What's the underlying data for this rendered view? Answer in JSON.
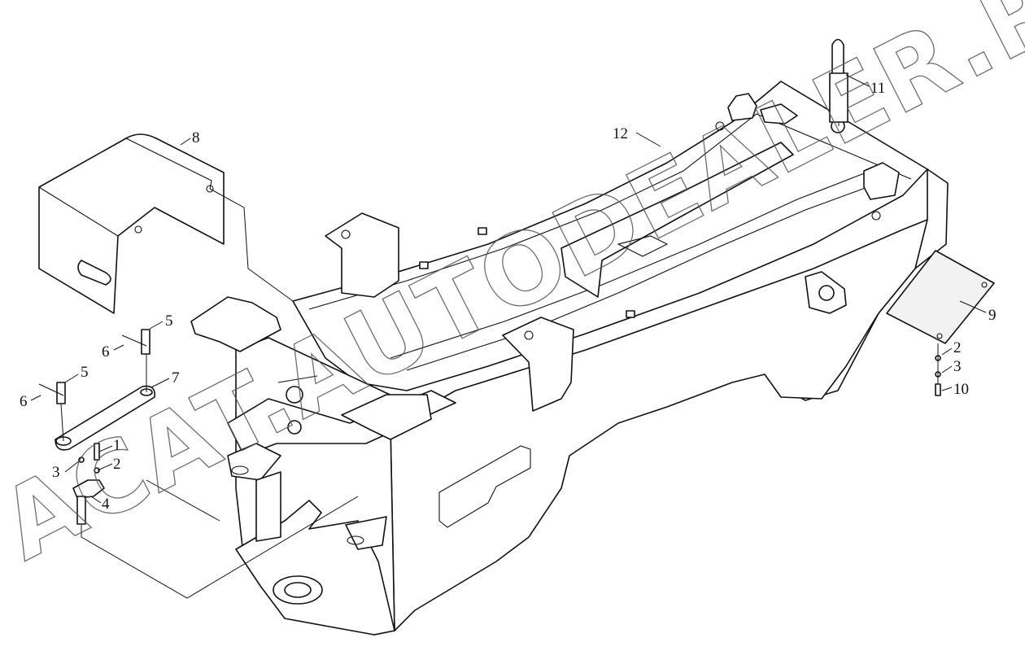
{
  "watermark": {
    "text": "ACAT.AUTODEALER.RU"
  },
  "callouts": [
    {
      "id": "c1",
      "label": "1"
    },
    {
      "id": "c2a",
      "label": "2"
    },
    {
      "id": "c3a",
      "label": "3"
    },
    {
      "id": "c4",
      "label": "4"
    },
    {
      "id": "c5a",
      "label": "5"
    },
    {
      "id": "c5b",
      "label": "5"
    },
    {
      "id": "c6a",
      "label": "6"
    },
    {
      "id": "c6b",
      "label": "6"
    },
    {
      "id": "c7",
      "label": "7"
    },
    {
      "id": "c8",
      "label": "8"
    },
    {
      "id": "c9",
      "label": "9"
    },
    {
      "id": "c2b",
      "label": "2"
    },
    {
      "id": "c3b",
      "label": "3"
    },
    {
      "id": "c10",
      "label": "10"
    },
    {
      "id": "c11",
      "label": "11"
    },
    {
      "id": "c12",
      "label": "12"
    }
  ]
}
